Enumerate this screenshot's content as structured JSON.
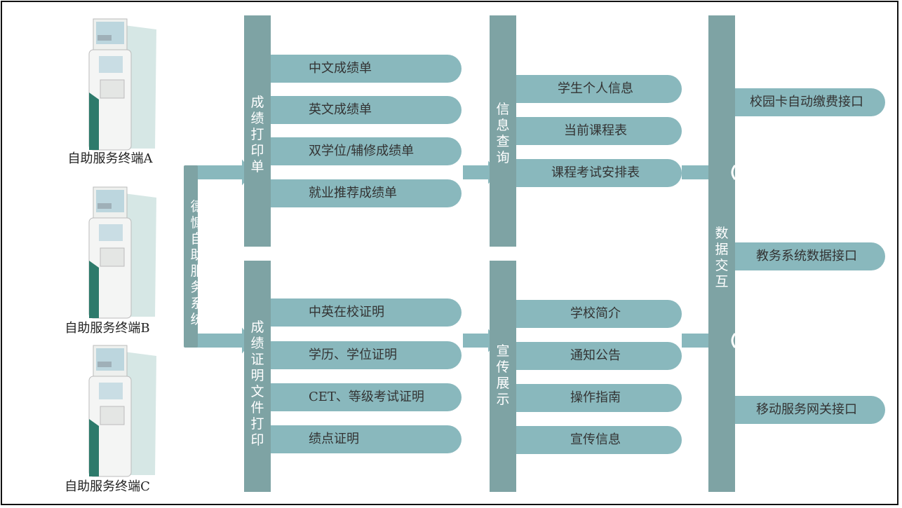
{
  "terminals": [
    {
      "label": "自助服务终端A"
    },
    {
      "label": "自助服务终端B"
    },
    {
      "label": "自助服务终端C"
    }
  ],
  "system": {
    "label": "德慷自助服务系统"
  },
  "groups": {
    "score_print": {
      "label": "成绩打印单",
      "items": [
        "中文成绩单",
        "英文成绩单",
        "双学位/辅修成绩单",
        "就业推荐成绩单"
      ]
    },
    "cert_print": {
      "label": "成绩证明文件打印",
      "items": [
        "中英在校证明",
        "学历、学位证明",
        "CET、等级考试证明",
        "绩点证明"
      ]
    },
    "info_query": {
      "label": "信息查询",
      "items": [
        "学生个人信息",
        "当前课程表",
        "课程考试安排表"
      ]
    },
    "promo": {
      "label": "宣传展示",
      "items": [
        "学校简介",
        "通知公告",
        "操作指南",
        "宣传信息"
      ]
    },
    "data_exchange": {
      "label": "数据交互",
      "items": [
        "校园卡自动缴费接口",
        "教务系统数据接口",
        "移动服务网关接口"
      ]
    }
  },
  "colors": {
    "bar": "#7ea3a4",
    "pill": "#89b8bd",
    "text": "#333333"
  }
}
